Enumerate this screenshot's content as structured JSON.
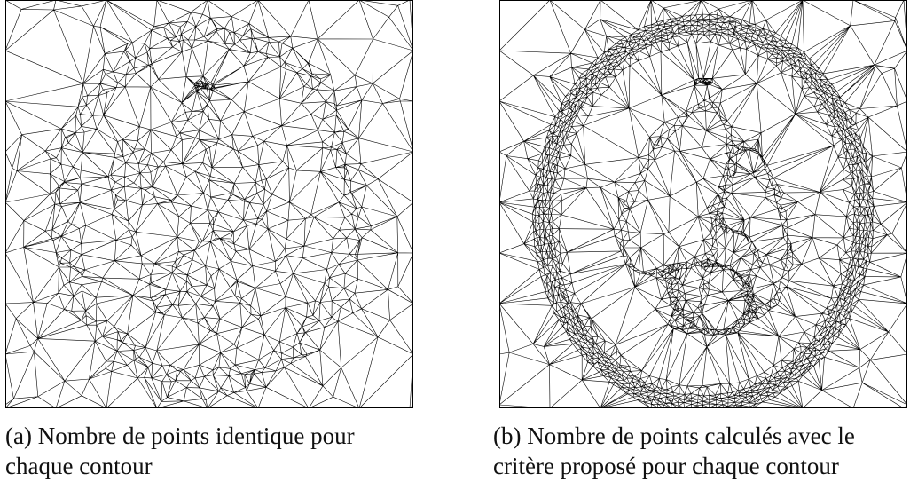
{
  "figures": [
    {
      "label": "(a)",
      "caption": "Nombre de points identique pour chaque contour"
    },
    {
      "label": "(b)",
      "caption": "Nombre de points calculés avec le critère proposé pour chaque contour"
    }
  ]
}
